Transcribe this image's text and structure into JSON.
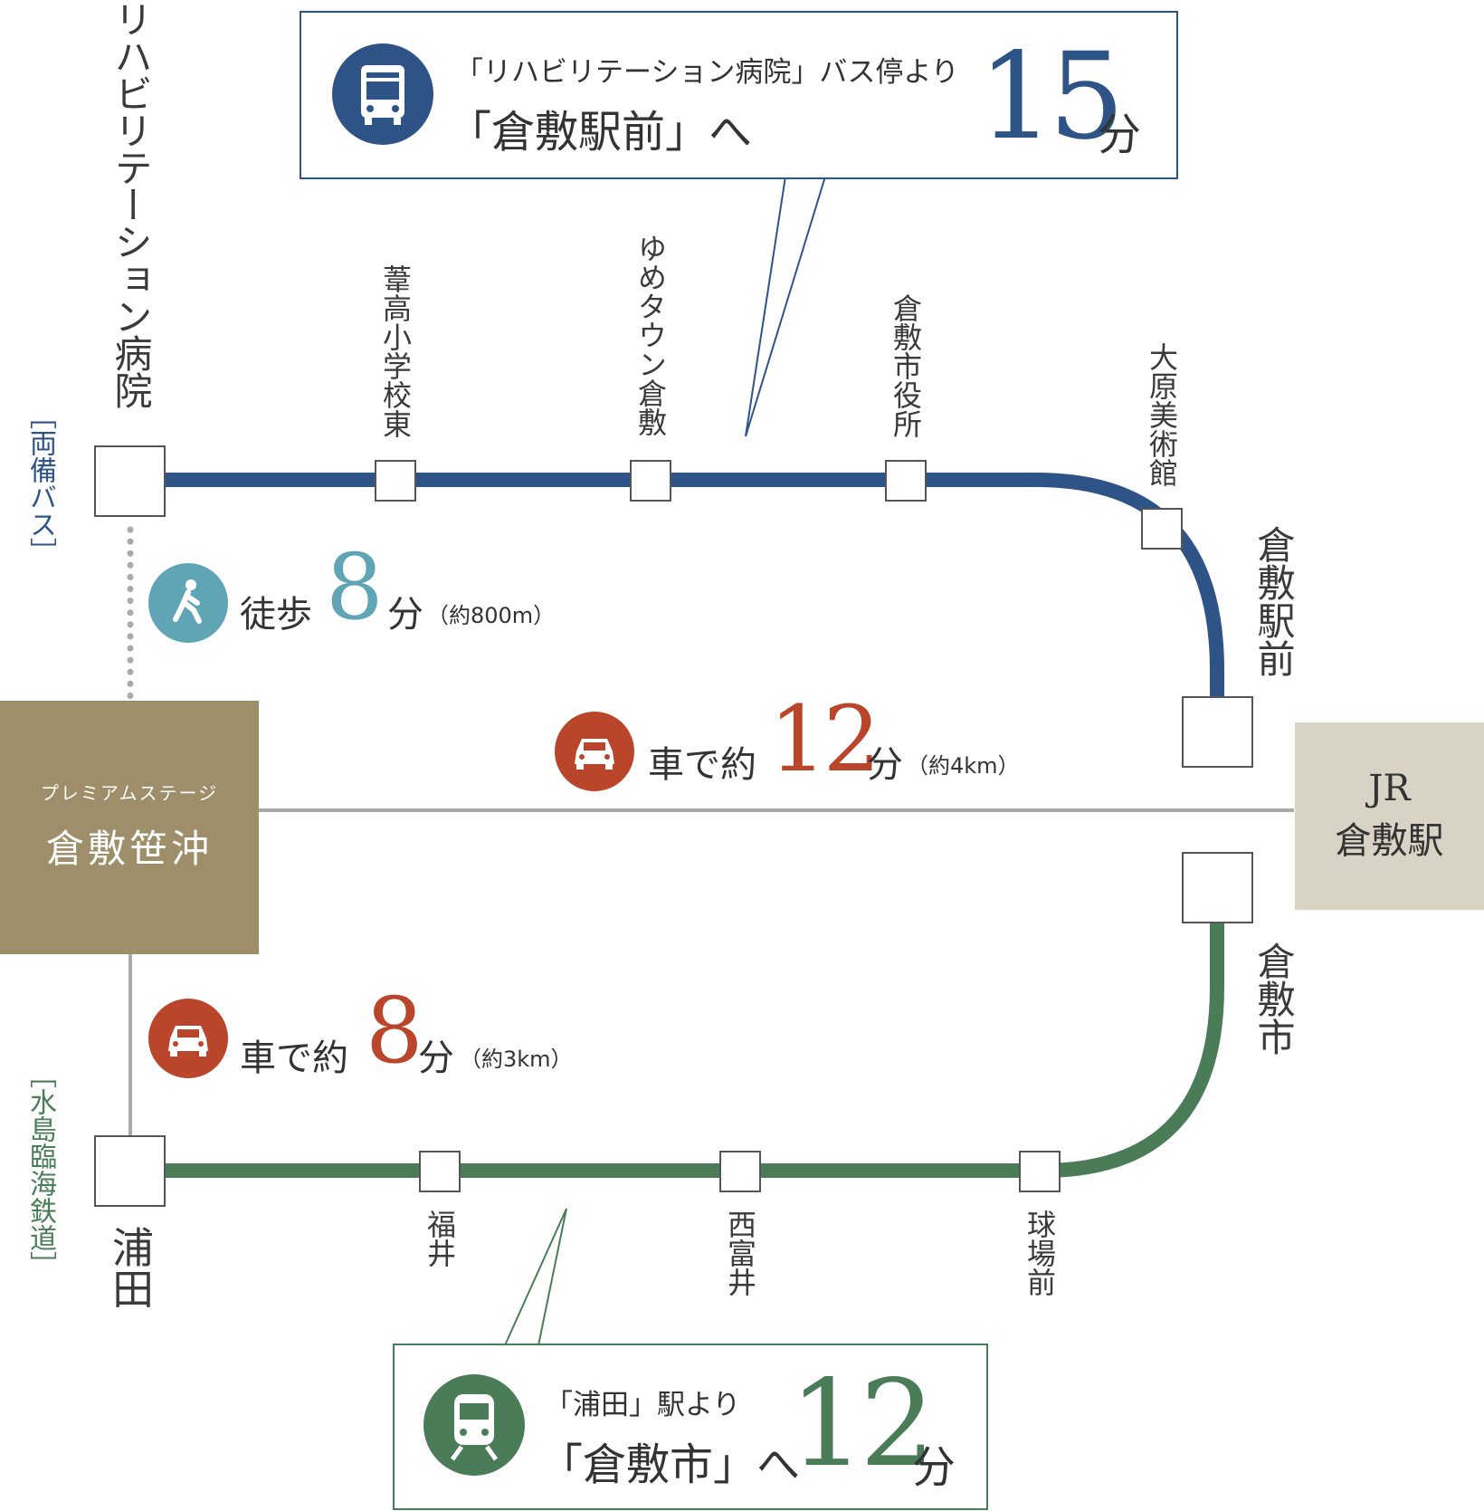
{
  "colors": {
    "bus_line": "#2e5487",
    "rail_line": "#4a7d57",
    "walk": "#5fa5b5",
    "car": "#b9452b",
    "home_box": "#9e8f6a",
    "jr_box": "#d8d3c4",
    "gray_line": "#aaaaaa"
  },
  "bus_callout": {
    "icon": "bus-icon",
    "line1": "「リハビリテーション病院」バス停より",
    "line2": "「倉敷駅前」へ",
    "minutes": "15",
    "unit": "分"
  },
  "rail_callout": {
    "icon": "train-icon",
    "line1": "「浦田」駅より",
    "line2": "「倉敷市」へ",
    "minutes": "12",
    "unit": "分"
  },
  "bus_route": {
    "label": "［両備バス］",
    "start_station": "リハビリテーション病院",
    "stops": [
      "葦高小学校東",
      "ゆめタウン倉敷",
      "倉敷市役所",
      "大原美術館"
    ],
    "end_station": "倉敷駅前"
  },
  "rail_route": {
    "label": "［水島臨海鉄道］",
    "start_station": "浦田",
    "stops": [
      "福井",
      "西富井",
      "球場前"
    ],
    "end_station": "倉敷市"
  },
  "home": {
    "subtitle": "プレミアムステージ",
    "name": "倉敷笹沖"
  },
  "jr": {
    "line1": "JR",
    "line2": "倉敷駅"
  },
  "walk": {
    "icon": "walk-icon",
    "label": "徒歩",
    "minutes": "8",
    "unit": "分",
    "distance": "（約800m）"
  },
  "car_jr": {
    "icon": "car-icon",
    "label": "車で約",
    "minutes": "12",
    "unit": "分",
    "distance": "（約4km）"
  },
  "car_urata": {
    "icon": "car-icon",
    "label": "車で約",
    "minutes": "8",
    "unit": "分",
    "distance": "（約3km）"
  }
}
